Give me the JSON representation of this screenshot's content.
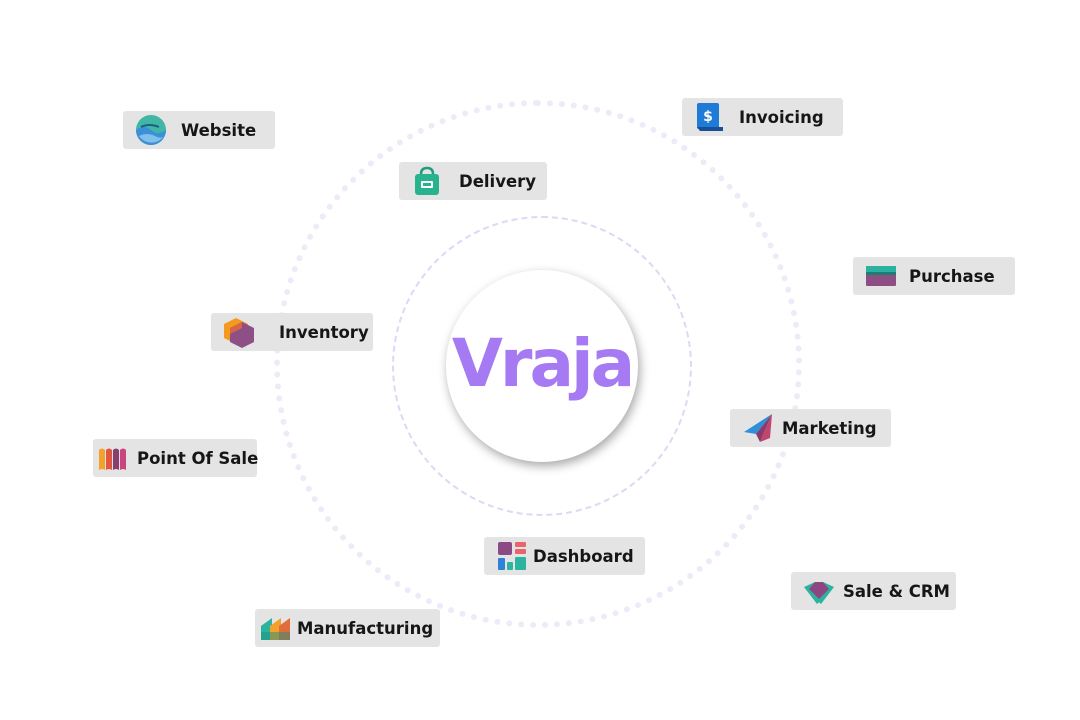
{
  "logo": {
    "text": "Vraja",
    "color": "#a67af2"
  },
  "modules": [
    {
      "label": "Website",
      "icon": "website-icon"
    },
    {
      "label": "Invoicing",
      "icon": "invoicing-icon"
    },
    {
      "label": "Delivery",
      "icon": "delivery-icon"
    },
    {
      "label": "Purchase",
      "icon": "purchase-icon"
    },
    {
      "label": "Inventory",
      "icon": "inventory-icon"
    },
    {
      "label": "Marketing",
      "icon": "marketing-icon"
    },
    {
      "label": "Point Of Sale",
      "icon": "point-of-sale-icon"
    },
    {
      "label": "Dashboard",
      "icon": "dashboard-icon"
    },
    {
      "label": "Sale & CRM",
      "icon": "sale-crm-icon"
    },
    {
      "label": "Manufacturing",
      "icon": "manufacturing-icon"
    }
  ],
  "colors": {
    "chip_background": "#e4e4e4",
    "ring_outer": "#ecebf7",
    "ring_inner": "#dcd9f6"
  }
}
